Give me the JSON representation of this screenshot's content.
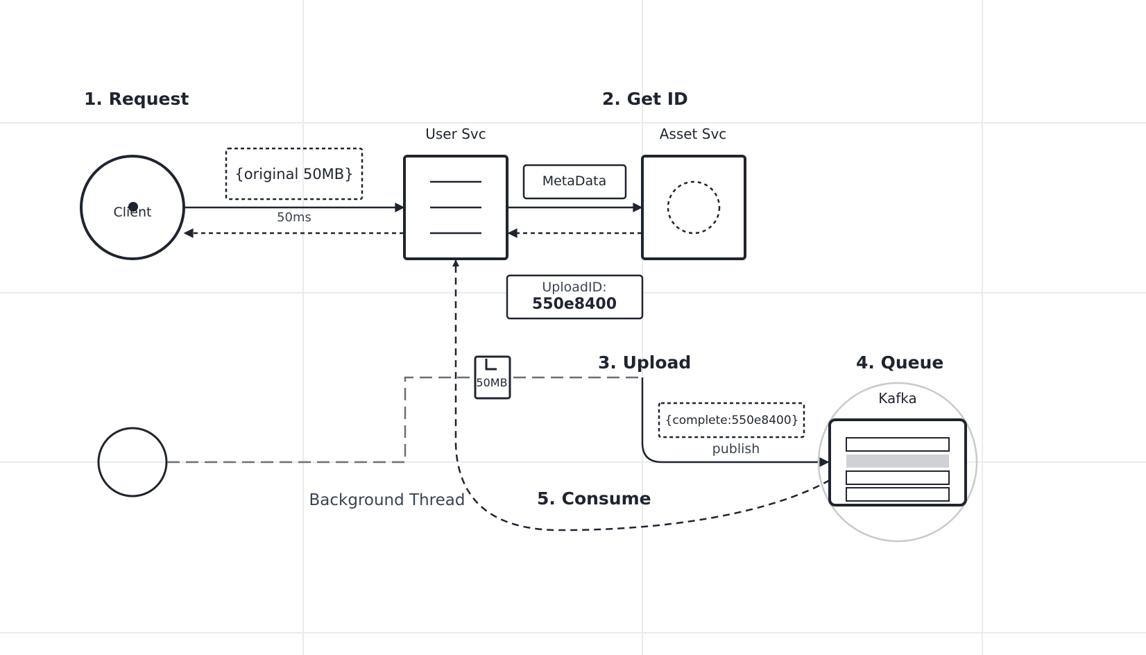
{
  "steps": {
    "request": "1. Request",
    "get_id": "2. Get ID",
    "upload": "3. Upload",
    "queue": "4. Queue",
    "consume": "5. Consume"
  },
  "nodes": {
    "client": "Client",
    "user_svc": "User Svc",
    "asset_svc": "Asset Svc",
    "kafka": "Kafka"
  },
  "labels": {
    "original_payload": "{original 50MB}",
    "latency": "50ms",
    "metadata": "MetaData",
    "upload_id_label": "UploadID:",
    "upload_id_value": "550e8400",
    "file_size": "50MB",
    "complete_payload": "{complete:550e8400}",
    "publish": "publish",
    "background_thread": "Background Thread"
  },
  "colors": {
    "ink": "#1f2430",
    "grid": "#e9ebee",
    "dashed_gray": "#6b6f75",
    "kafka_halo": "#c8c9cc",
    "kafka_highlight": "#d0d1d4"
  }
}
